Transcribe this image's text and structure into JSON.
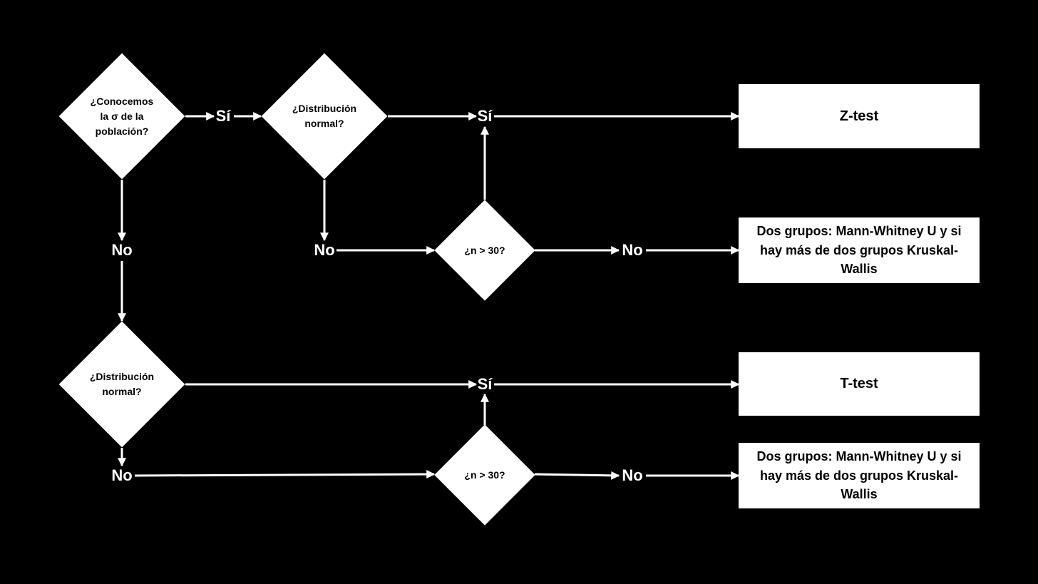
{
  "nodes": {
    "sigma_question": "¿Conocemos\nla σ de la\npoblación?",
    "normal_question_known": "¿Distribución\nnormal?",
    "n30_question_known": "¿n > 30?",
    "normal_question_unknown": "¿Distribución\nnormal?",
    "n30_question_unknown": "¿n > 30?"
  },
  "results": {
    "z_test": "Z-test",
    "nonparam_known": "Dos grupos: Mann-Whitney U y si hay más de dos grupos Kruskal-Wallis",
    "t_test": "T-test",
    "nonparam_unknown": "Dos grupos: Mann-Whitney U y si hay más de dos grupos Kruskal-Wallis"
  },
  "edge_labels": {
    "sigma_yes": "Sí",
    "sigma_no": "No",
    "normal_known_no": "No",
    "normal_known_yes": "Sí",
    "n30_known_no": "No",
    "normal_unknown_yes": "Sí",
    "normal_unknown_no": "No",
    "n30_unknown_no": "No"
  },
  "colors": {
    "background": "#000000",
    "shape_fill": "#ffffff",
    "line": "#ffffff"
  }
}
